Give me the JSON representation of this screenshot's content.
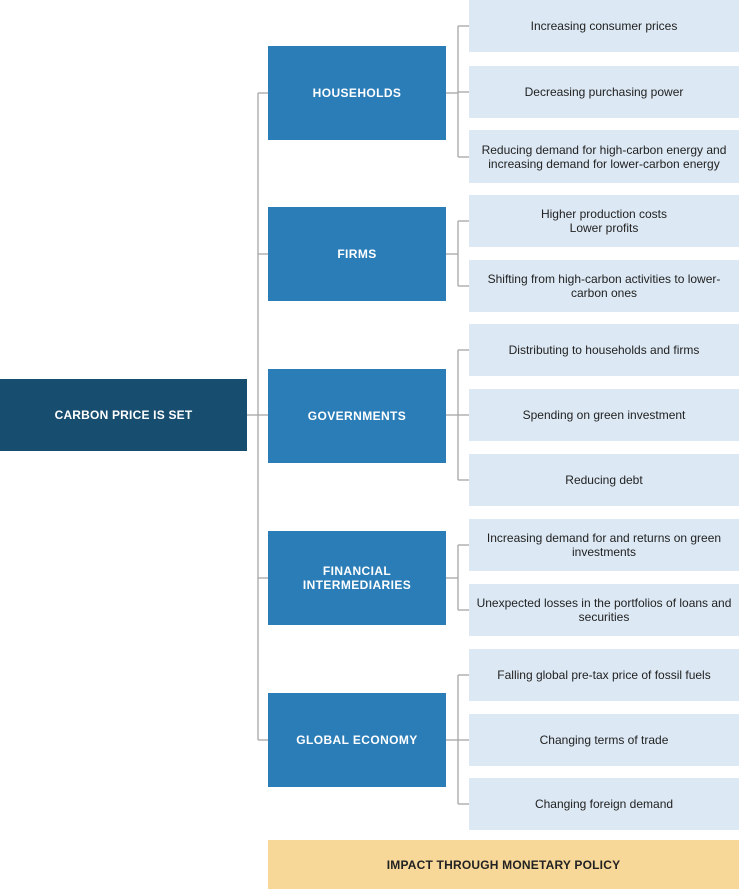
{
  "root": {
    "label": "CARBON PRICE IS SET"
  },
  "categories": [
    {
      "label": "HOUSEHOLDS",
      "effects": [
        "Increasing consumer prices",
        "Decreasing purchasing power",
        "Reducing demand for high-carbon energy and increasing demand for lower-carbon energy"
      ]
    },
    {
      "label": "FIRMS",
      "effects": [
        "Higher production costs\nLower profits",
        "Shifting from high-carbon activities to lower-carbon ones"
      ]
    },
    {
      "label": "GOVERNMENTS",
      "effects": [
        "Distributing to households and firms",
        "Spending on green investment",
        "Reducing debt"
      ]
    },
    {
      "label": "FINANCIAL INTERMEDIARIES",
      "effects": [
        "Increasing demand for and returns on green investments",
        "Unexpected losses in the portfolios of loans and securities"
      ]
    },
    {
      "label": "GLOBAL ECONOMY",
      "effects": [
        "Falling global pre-tax price of fossil fuels",
        "Changing terms of trade",
        "Changing foreign demand"
      ]
    }
  ],
  "footer": {
    "label": "IMPACT THROUGH MONETARY POLICY"
  }
}
